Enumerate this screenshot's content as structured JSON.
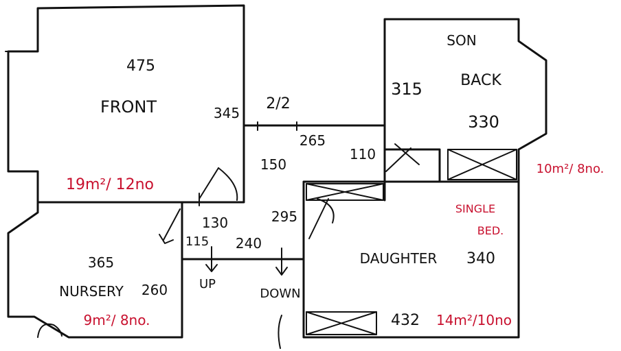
{
  "rooms": {
    "front": {
      "name": "FRONT",
      "width": "475",
      "depth": "345",
      "area": "19m²/ 12no"
    },
    "son_back": {
      "name_top": "SON",
      "name_bottom": "BACK",
      "width": "315",
      "depth": "330",
      "area": "10m²/ 8no."
    },
    "nursery": {
      "name": "NURSERY",
      "width": "365",
      "depth": "260",
      "area": "9m²/ 8no."
    },
    "daughter": {
      "name": "DAUGHTER",
      "width": "340",
      "depth": "432",
      "area": "14m²/10no",
      "note_top": "SINGLE",
      "note_bottom": "BED."
    }
  },
  "landing": {
    "dim_212": "2/2",
    "dim_265": "265",
    "dim_110": "110",
    "dim_150": "150",
    "dim_130": "130",
    "dim_295": "295",
    "dim_115": "115",
    "dim_240": "240",
    "stair_up": "UP",
    "stair_down": "DOWN"
  },
  "colors": {
    "ink": "#111111",
    "annotation": "#c8102e"
  }
}
